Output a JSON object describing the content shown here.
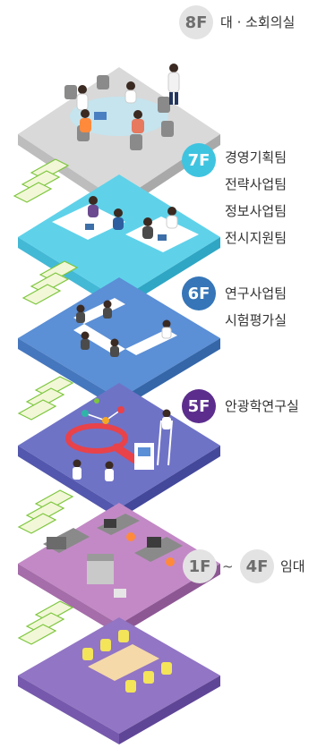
{
  "floors": [
    {
      "id": "8f",
      "badge": "8F",
      "badge_color": "#e3e3e3",
      "labels": [
        "대 · 소회의실"
      ]
    },
    {
      "id": "7f",
      "badge": "7F",
      "badge_color": "#3fc4e0",
      "labels": [
        "경영기획팀",
        "전략사업팀",
        "정보사업팀",
        "전시지원팀"
      ]
    },
    {
      "id": "6f",
      "badge": "6F",
      "badge_color": "#3575b8",
      "labels": [
        "연구사업팀",
        "시험평가실"
      ]
    },
    {
      "id": "5f",
      "badge": "5F",
      "badge_color": "#5c2d8d",
      "labels": [
        "안광학연구실"
      ]
    },
    {
      "id": "1f-4f",
      "badge_from": "1F",
      "badge_to": "4F",
      "badge_color": "#e3e3e3",
      "separator": "~",
      "labels": [
        "임대"
      ]
    }
  ],
  "colors": {
    "floor8_top": "#d9d9d9",
    "floor8_side": "#a9a9a9",
    "floor7_top": "#5fd2ea",
    "floor7_side": "#2fa6c4",
    "floor6_top": "#5b8fd6",
    "floor6_side": "#3466a8",
    "floor5_top": "#6f73c6",
    "floor5_side": "#44489a",
    "floor4_top": "#c389c6",
    "floor4_side": "#8d5794",
    "floor1_top": "#9275c4",
    "floor1_side": "#5f4596",
    "stair_top": "#f2f7d8",
    "stair_edge": "#7cc63c"
  }
}
